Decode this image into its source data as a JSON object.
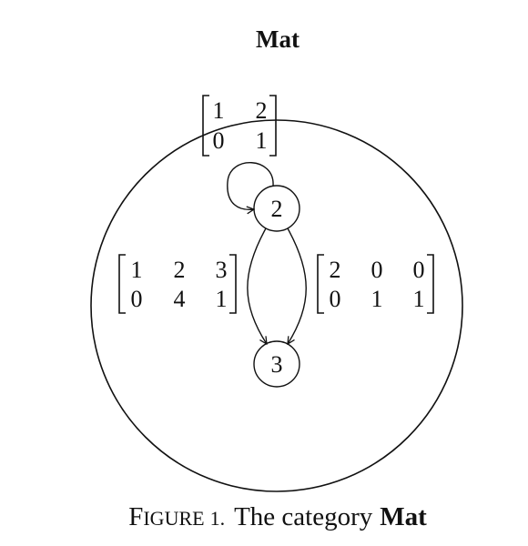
{
  "title": "Mat",
  "nodes": [
    {
      "id": "node-2",
      "label": "2"
    },
    {
      "id": "node-3",
      "label": "3"
    }
  ],
  "matrices": {
    "loop": {
      "rows": [
        [
          "1",
          "2"
        ],
        [
          "0",
          "1"
        ]
      ]
    },
    "left": {
      "rows": [
        [
          "1",
          "2",
          "3"
        ],
        [
          "0",
          "4",
          "1"
        ]
      ]
    },
    "right": {
      "rows": [
        [
          "2",
          "0",
          "0"
        ],
        [
          "0",
          "1",
          "1"
        ]
      ]
    }
  },
  "caption": {
    "figure_label": "Figure",
    "figure_number": "1.",
    "text": "The category",
    "bold_word": "Mat"
  }
}
